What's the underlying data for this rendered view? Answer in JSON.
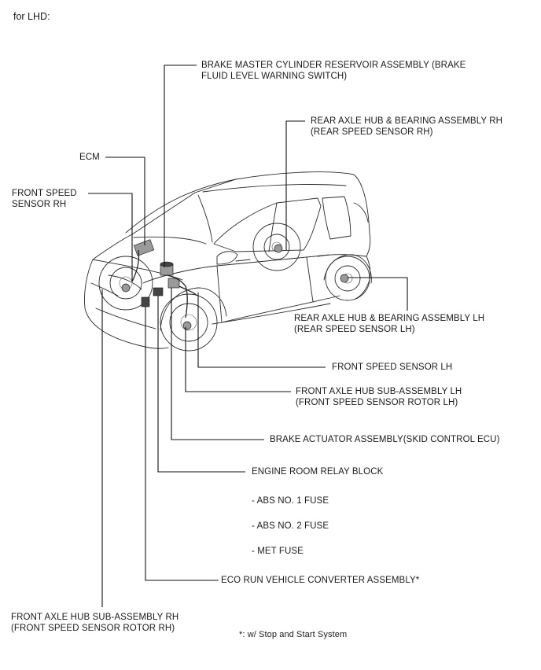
{
  "header": "for LHD:",
  "labels": {
    "brake_master": [
      "BRAKE MASTER CYLINDER RESERVOIR ASSEMBLY (BRAKE",
      "FLUID LEVEL WARNING SWITCH)"
    ],
    "rear_hub_rh": [
      "REAR AXLE HUB & BEARING ASSEMBLY RH",
      "(REAR SPEED SENSOR RH)"
    ],
    "ecm": "ECM",
    "front_speed_rh": [
      "FRONT SPEED",
      "SENSOR RH"
    ],
    "rear_hub_lh": [
      "REAR AXLE HUB & BEARING ASSEMBLY LH",
      "(REAR SPEED SENSOR LH)"
    ],
    "front_speed_lh": "FRONT SPEED SENSOR LH",
    "front_hub_lh": [
      "FRONT AXLE HUB SUB-ASSEMBLY LH",
      "(FRONT SPEED SENSOR ROTOR LH)"
    ],
    "brake_actuator": "BRAKE ACTUATOR ASSEMBLY(SKID CONTROL ECU)",
    "relay_block": "ENGINE ROOM RELAY BLOCK",
    "fuses": [
      "- ABS NO. 1 FUSE",
      "- ABS NO. 2 FUSE",
      "- MET FUSE"
    ],
    "eco_run": "ECO RUN VEHICLE CONVERTER ASSEMBLY*",
    "front_hub_rh": [
      "FRONT AXLE HUB SUB-ASSEMBLY RH",
      "(FRONT SPEED SENSOR ROTOR RH)"
    ]
  },
  "footnote": "*: w/ Stop and Start System"
}
